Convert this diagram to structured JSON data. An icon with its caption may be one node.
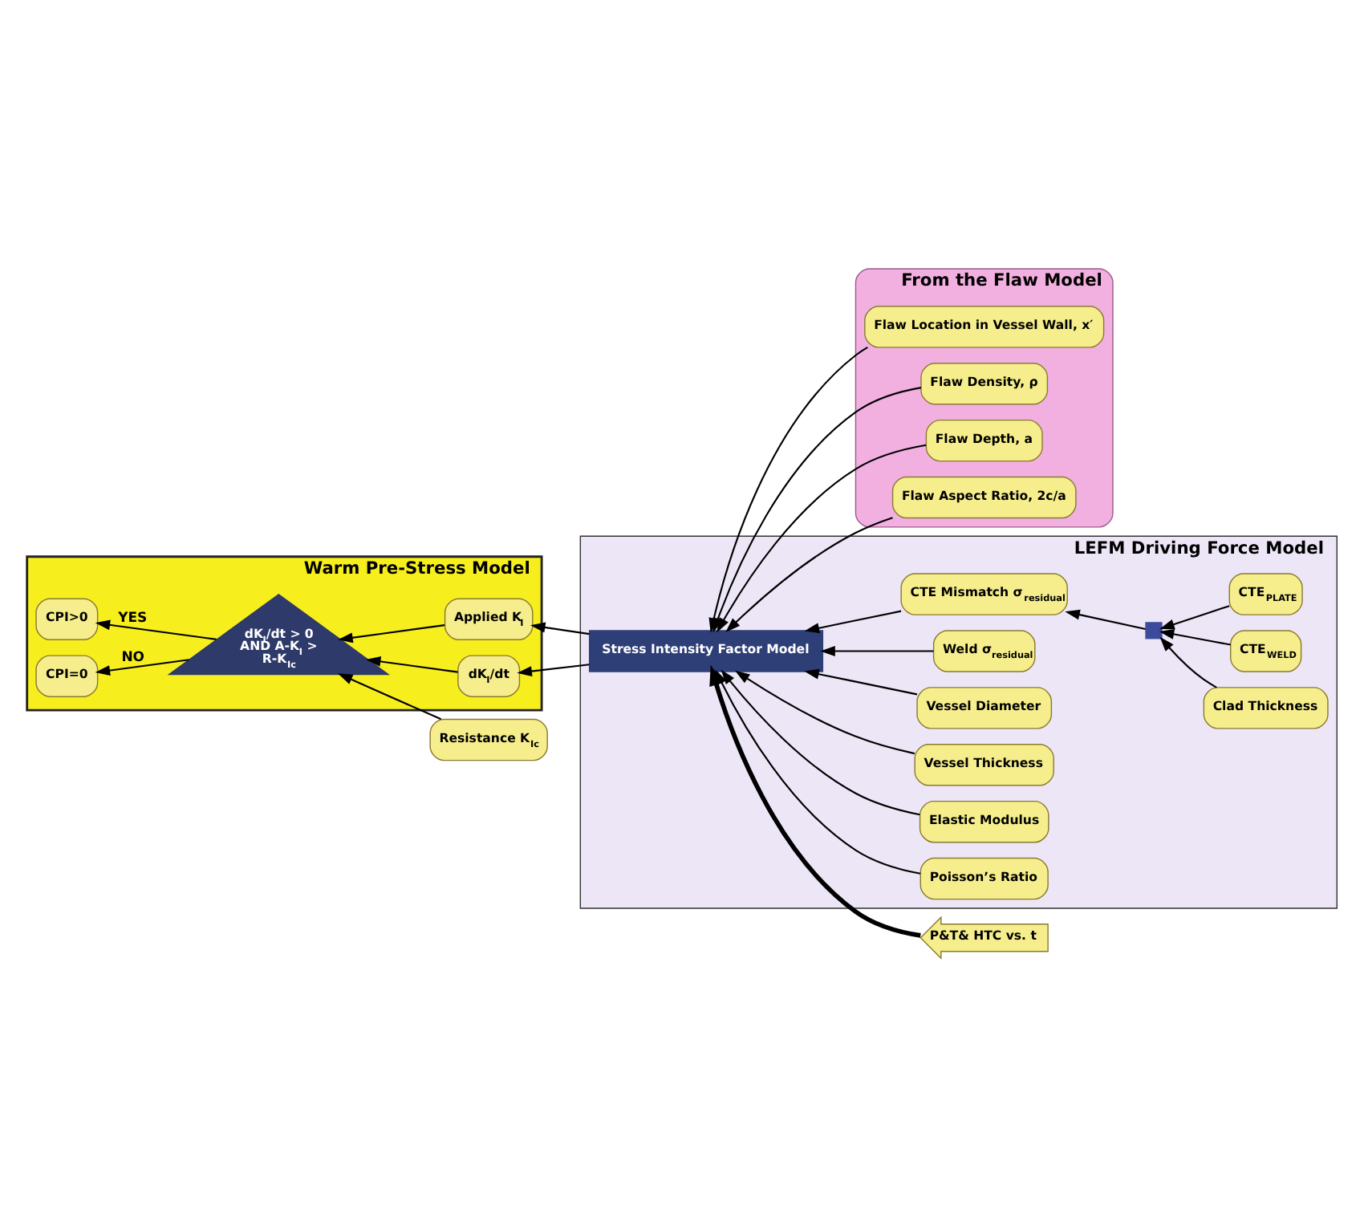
{
  "diagram": {
    "nodes": [
      {
        "text": [
          "From the Flaw Model"
        ]
      },
      {
        "text": [
          "Flaw Location in Vessel Wall, x′"
        ],
        "in": 0
      },
      {
        "text": [
          "Flaw Density, ρ"
        ],
        "in": 0
      },
      {
        "text": [
          "Flaw Depth, a"
        ],
        "in": 0
      },
      {
        "text": [
          "Flaw Aspect Ratio, 2c/a"
        ],
        "in": 0
      },
      {
        "text": [
          "LEFM Driving Force Model"
        ]
      },
      {
        "text": [
          "CTE Mismatch σ$_{residual}$"
        ],
        "in": 5
      },
      {
        "text": [
          "CTE$_{PLATE}$"
        ],
        "in": 5
      },
      {
        "text": [
          "CTE$_{WELD}$"
        ],
        "in": 5
      },
      {
        "text": [
          "Clad Thickness"
        ],
        "in": 5
      },
      {
        "text": [],
        "shape": "box",
        "in": 5
      },
      {
        "text": [
          "Weld σ$_{residual}$"
        ],
        "in": 5
      },
      {
        "text": [
          "Vessel Diameter"
        ],
        "in": 5
      },
      {
        "text": [
          "Vessel Thickness"
        ],
        "in": 5
      },
      {
        "text": [
          "Elastic Modulus"
        ],
        "in": 5
      },
      {
        "text": [
          "Poisson’s Ratio"
        ],
        "in": 5
      },
      {
        "text": [
          "Stress Intensity Factor Model"
        ],
        "in": 5
      },
      {
        "text": [
          "Warm Pre-Stress Model"
        ]
      },
      {
        "text": [
          "Applied K$_{I}$"
        ],
        "in": 17
      },
      {
        "text": [
          "dK$_{I}$/dt"
        ],
        "in": 17
      },
      {
        "text": [
          "CPI=0"
        ],
        "in": 17
      },
      {
        "text": [
          "dK$_{I}$/dt > 0 AND A-K$_{I}$ > R-K$_{Ic}$"
        ],
        "in": 17
      },
      {
        "text": [
          "CPI>0"
        ],
        "in": 17
      },
      {
        "text": [
          "P&T& HTC vs. t"
        ]
      },
      {
        "text": [
          "Resistance K$_{Ic}$"
        ]
      }
    ],
    "edges": [
      {
        "from": 1,
        "to": 16,
        "arrow": "to"
      },
      {
        "from": 2,
        "to": 16,
        "arrow": "to"
      },
      {
        "from": 3,
        "to": 16,
        "arrow": "to"
      },
      {
        "from": 4,
        "to": 16,
        "arrow": "to"
      },
      {
        "from": 7,
        "to": 10,
        "arrow": "to"
      },
      {
        "from": 8,
        "to": 10,
        "arrow": "to"
      },
      {
        "from": 9,
        "to": 10,
        "arrow": "to"
      },
      {
        "from": 10,
        "to": 6,
        "arrow": "to"
      },
      {
        "from": 6,
        "to": 16,
        "arrow": "to"
      },
      {
        "from": 11,
        "to": 16,
        "arrow": "to"
      },
      {
        "from": 12,
        "to": 16,
        "arrow": "to"
      },
      {
        "from": 13,
        "to": 16,
        "arrow": "to"
      },
      {
        "from": 14,
        "to": 16,
        "arrow": "to"
      },
      {
        "from": 15,
        "to": 16,
        "arrow": "to"
      },
      {
        "from": 23,
        "to": 16,
        "arrow": "to",
        "style": "thick"
      },
      {
        "from": 16,
        "to": 18,
        "arrow": "to"
      },
      {
        "from": 16,
        "to": 19,
        "arrow": "to"
      },
      {
        "from": 18,
        "to": 21,
        "arrow": "to"
      },
      {
        "from": 19,
        "to": 21,
        "arrow": "to"
      },
      {
        "from": 21,
        "to": 20,
        "arrow": "to",
        "label": "NO"
      },
      {
        "from": 21,
        "to": 22,
        "arrow": "to",
        "label": "YES"
      },
      {
        "from": 24,
        "to": 21,
        "arrow": "to"
      }
    ]
  }
}
